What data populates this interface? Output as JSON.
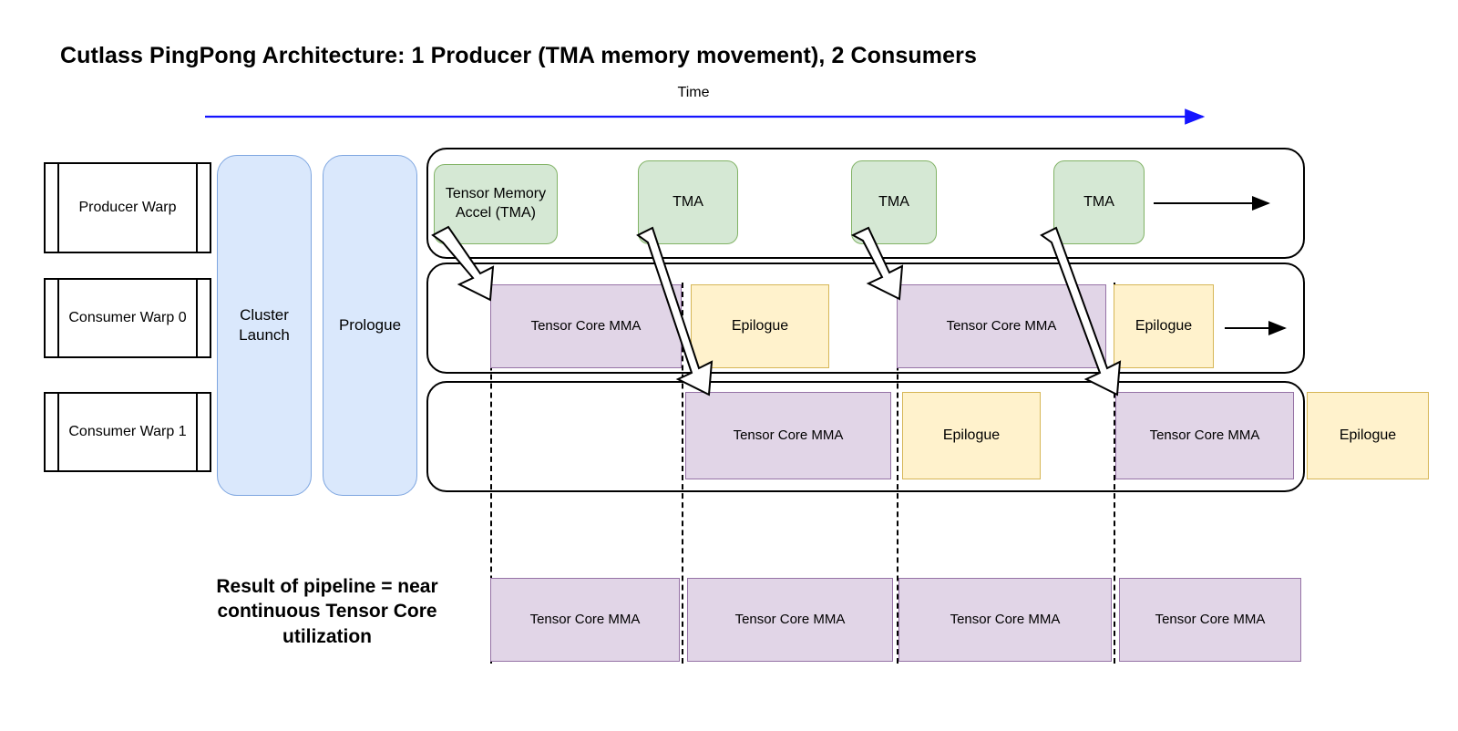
{
  "page": {
    "title": "Cutlass PingPong Architecture:  1 Producer (TMA memory movement), 2 Consumers",
    "time_axis_label": "Time",
    "caption": "Result of pipeline = near continuous Tensor Core utilization"
  },
  "colors": {
    "green_fill": "#d5e8d4",
    "green_stroke": "#82b366",
    "purple_fill": "#e1d5e7",
    "purple_stroke": "#9673a6",
    "yellow_fill": "#fff2cc",
    "yellow_stroke": "#d6b656",
    "blue_fill": "#dae8fc",
    "blue_stroke": "#7ea6e0",
    "time_axis": "#0000ff",
    "outline": "#000000"
  },
  "warp_labels": [
    {
      "text": "Producer Warp"
    },
    {
      "text": "Consumer Warp 0"
    },
    {
      "text": "Consumer Warp 1"
    }
  ],
  "stages": [
    {
      "label": "Cluster Launch"
    },
    {
      "label": "Prologue"
    }
  ],
  "lanes": [
    {
      "name": "producer-warp-lane",
      "blocks": [
        {
          "label": "Tensor Memory Accel (TMA)",
          "kind": "green"
        },
        {
          "label": "TMA",
          "kind": "green"
        },
        {
          "label": "TMA",
          "kind": "green"
        },
        {
          "label": "TMA",
          "kind": "green"
        }
      ],
      "has_tail_arrow": true
    },
    {
      "name": "consumer-warp-0-lane",
      "blocks": [
        {
          "label": "Tensor Core MMA",
          "kind": "purple"
        },
        {
          "label": "Epilogue",
          "kind": "yellow"
        },
        {
          "label": "Tensor Core MMA",
          "kind": "purple"
        },
        {
          "label": "Epilogue",
          "kind": "yellow"
        }
      ],
      "has_tail_arrow": true
    },
    {
      "name": "consumer-warp-1-lane",
      "blocks": [
        {
          "label": "Tensor Core MMA",
          "kind": "purple"
        },
        {
          "label": "Epilogue",
          "kind": "yellow"
        },
        {
          "label": "Tensor Core MMA",
          "kind": "purple"
        },
        {
          "label": "Epilogue",
          "kind": "yellow"
        }
      ],
      "has_tail_arrow": false
    }
  ],
  "summary_row": {
    "blocks": [
      {
        "label": "Tensor Core MMA"
      },
      {
        "label": "Tensor Core MMA"
      },
      {
        "label": "Tensor Core MMA"
      },
      {
        "label": "Tensor Core MMA"
      }
    ]
  }
}
